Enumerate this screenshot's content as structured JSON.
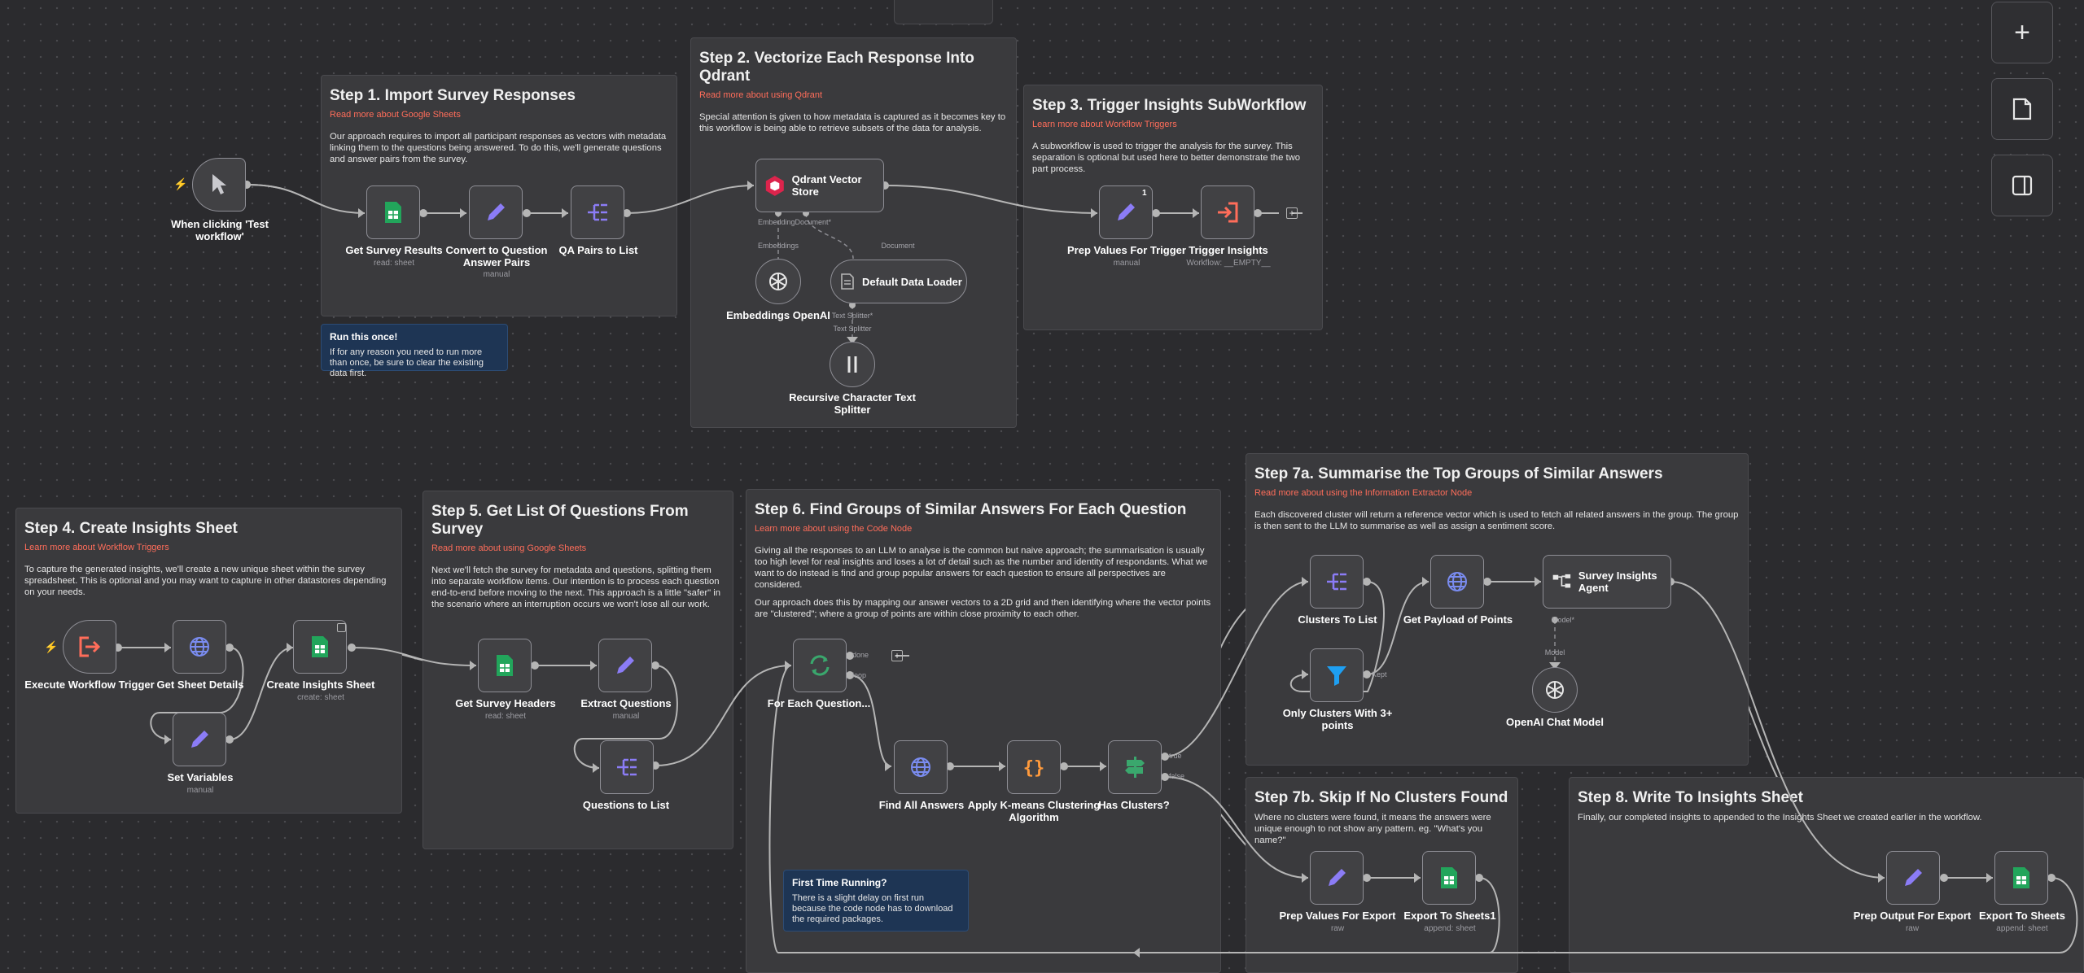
{
  "toolbar": {
    "add_icon": "+",
    "notes_icon": "sticky-note-icon",
    "panel_icon": "panel-icon"
  },
  "stickies": {
    "s1": {
      "title": "Step 1. Import Survey Responses",
      "link": "Read more about Google Sheets",
      "body": [
        "Our approach requires to import all participant responses as vectors with metadata linking them to the questions being answered. To do this, we'll generate questions and answer pairs from the survey."
      ]
    },
    "s2": {
      "title": "Step 2. Vectorize Each Response Into Qdrant",
      "link": "Read more about using Qdrant",
      "body": [
        "Special attention is given to how metadata is captured as it becomes key to this workflow is being able to retrieve subsets of the data for analysis."
      ]
    },
    "s3": {
      "title": "Step 3. Trigger Insights SubWorkflow",
      "link": "Learn more about Workflow Triggers",
      "body": [
        "A subworkflow is used to trigger the analysis for the survey. This separation is optional but used here to better demonstrate the two part process."
      ]
    },
    "s4": {
      "title": "Step 4. Create Insights Sheet",
      "link": "Learn more about Workflow Triggers",
      "body": [
        "To capture the generated insights, we'll create a new unique sheet within the survey spreadsheet. This is optional and you may want to capture in other datastores depending on your needs."
      ]
    },
    "s5": {
      "title": "Step 5. Get List Of Questions From Survey",
      "link": "Read more about using Google Sheets",
      "body": [
        "Next we'll fetch the survey for metadata and questions, splitting them into separate workflow items. Our intention is to process each question end-to-end before moving to the next. This approach is a little \"safer\" in the scenario where an interruption occurs we won't lose all our work."
      ]
    },
    "s6": {
      "title": "Step 6. Find Groups of Similar Answers For Each Question",
      "link": "Learn more about using the Code Node",
      "body": [
        "Giving all the responses to an LLM to analyse is the common but naive approach; the summarisation is usually too high level for real insights and loses a lot of detail such as the number and identity of respondants. What we want to do instead is find and group popular answers for each question to ensure all perspectives are considered.",
        "Our approach does this by mapping our answer vectors to a 2D grid and then identifying where the vector points are \"clustered\"; where a group of points are within close proximity to each other."
      ]
    },
    "s7a": {
      "title": "Step 7a. Summarise the Top Groups of Similar Answers",
      "link": "Read more about using the Information Extractor Node",
      "body": [
        "Each discovered cluster will return a reference vector which is used to fetch all related answers in the group. The group is then sent to the LLM to summarise as well as assign a sentiment score."
      ]
    },
    "s7b": {
      "title": "Step 7b. Skip If No Clusters Found",
      "link": "",
      "body": [
        "Where no clusters were found, it means the answers were unique enough to not show any pattern. eg. \"What's you name?\""
      ]
    },
    "s8": {
      "title": "Step 8. Write To Insights Sheet",
      "link": "",
      "body": [
        "Finally, our completed insights to appended to the Insights Sheet we created earlier in the workflow."
      ]
    }
  },
  "notes": {
    "run_once": {
      "title": "Run this once!",
      "body": "If for any reason you need to run more than once, be sure to clear the existing data first."
    },
    "first_time": {
      "title": "First Time Running?",
      "body": "There is a slight delay on first run because the code node has to download the required packages."
    }
  },
  "nodes": {
    "manual": {
      "label": "When clicking 'Test workflow'"
    },
    "get_survey": {
      "label": "Get Survey Results",
      "sub": "read: sheet"
    },
    "convert_qa": {
      "label": "Convert to Question Answer Pairs",
      "sub": "manual"
    },
    "qa_list": {
      "label": "QA Pairs to List"
    },
    "qdrant": {
      "label": "Qdrant Vector Store"
    },
    "emb_openai": {
      "label": "Embeddings OpenAI"
    },
    "loader": {
      "label": "Default Data Loader"
    },
    "splitter": {
      "label": "Recursive Character Text Splitter"
    },
    "prep_trigger": {
      "label": "Prep Values For Trigger",
      "sub": "manual",
      "badge": "1"
    },
    "trigger_insights": {
      "label": "Trigger Insights",
      "sub": "Workflow: __EMPTY__"
    },
    "exec_trigger": {
      "label": "Execute Workflow Trigger"
    },
    "get_sheet_details": {
      "label": "Get Sheet Details"
    },
    "create_sheet": {
      "label": "Create Insights Sheet",
      "sub": "create: sheet"
    },
    "set_vars": {
      "label": "Set Variables",
      "sub": "manual"
    },
    "get_headers": {
      "label": "Get Survey Headers",
      "sub": "read: sheet"
    },
    "extract_q": {
      "label": "Extract Questions",
      "sub": "manual"
    },
    "q_list": {
      "label": "Questions to List"
    },
    "for_each": {
      "label": "For Each Question..."
    },
    "find_answers": {
      "label": "Find All Answers"
    },
    "kmeans": {
      "label": "Apply K-means Clustering Algorithm"
    },
    "has_clusters": {
      "label": "Has Clusters?"
    },
    "clusters_list": {
      "label": "Clusters To List"
    },
    "payload": {
      "label": "Get Payload of Points"
    },
    "agent": {
      "label": "Survey Insights Agent"
    },
    "only_clusters": {
      "label": "Only Clusters With 3+ points"
    },
    "chat_model": {
      "label": "OpenAI Chat Model"
    },
    "prep_export": {
      "label": "Prep Values For Export",
      "sub": "raw"
    },
    "export1": {
      "label": "Export To Sheets1",
      "sub": "append: sheet"
    },
    "prep_output": {
      "label": "Prep Output For Export",
      "sub": "raw"
    },
    "export": {
      "label": "Export To Sheets",
      "sub": "append: sheet"
    }
  },
  "connectors": {
    "embedding_doc": "EmbeddingDocument*",
    "embeddings": "Embeddings",
    "document": "Document",
    "text_splitter_top": "Text Splitter*",
    "text_splitter": "Text Splitter",
    "done": "done",
    "loop": "loop",
    "true": "true",
    "false": "false",
    "kept": "Kept",
    "model_top": "Model*",
    "model": "Model"
  },
  "colors": {
    "accent": "#ff6d5a",
    "edit": "#8b7cf6",
    "sheets": "#22a55b",
    "globe": "#7a8cf0",
    "code": "#ff9a3c",
    "route": "#3aa76d",
    "filter": "#1e9ff2"
  }
}
